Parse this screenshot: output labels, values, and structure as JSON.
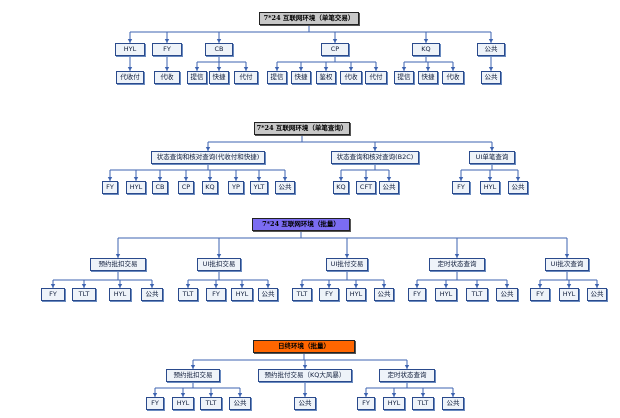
{
  "head_colors": {
    "default": "#c8c8c8",
    "purple": "#7b6cf2",
    "orange": "#ff6600"
  },
  "sections": [
    {
      "title": "7*24 互联网环境（单笔交易）",
      "groups": [
        {
          "label": "HYL",
          "items": [
            "代收付"
          ]
        },
        {
          "label": "FY",
          "items": [
            "代收"
          ]
        },
        {
          "label": "CB",
          "items": [
            "提信",
            "快捷",
            "代付"
          ]
        },
        {
          "label": "CP",
          "items": [
            "提信",
            "快捷",
            "鉴权",
            "代收",
            "代付"
          ]
        },
        {
          "label": "KQ",
          "items": [
            "提信",
            "快捷",
            "代收"
          ]
        },
        {
          "label": "公共",
          "items": [
            "公共"
          ]
        }
      ]
    },
    {
      "title": "7*24 互联网环境（单笔查询）",
      "groups": [
        {
          "label": "状态查询和核对查询(代收付和快捷)",
          "items": [
            "FY",
            "HYL",
            "CB",
            "CP",
            "KQ",
            "YP",
            "YLT",
            "公共"
          ]
        },
        {
          "label": "状态查询和核对查询(B2C)",
          "items": [
            "KQ",
            "CFT",
            "公共"
          ]
        },
        {
          "label": "UI单笔查询",
          "items": [
            "FY",
            "HYL",
            "公共"
          ]
        }
      ]
    },
    {
      "title": "7*24 互联网环境（批量）",
      "groups": [
        {
          "label": "预约批扣交易",
          "items": [
            "FY",
            "TLT",
            "HYL",
            "公共"
          ]
        },
        {
          "label": "UI批扣交易",
          "items": [
            "TLT",
            "FY",
            "HYL",
            "公共"
          ]
        },
        {
          "label": "UI批付交易",
          "items": [
            "TLT",
            "FY",
            "HYL",
            "公共"
          ]
        },
        {
          "label": "定时状态查询",
          "items": [
            "FY",
            "HYL",
            "TLT",
            "公共"
          ]
        },
        {
          "label": "UI批次查询",
          "items": [
            "FY",
            "HYL",
            "公共"
          ]
        }
      ]
    },
    {
      "title": "日终环境（批量）",
      "groups": [
        {
          "label": "预约批扣交易",
          "items": [
            "FY",
            "HYL",
            "TLT",
            "公共"
          ]
        },
        {
          "label": "预约批付交易（KQ大风暴）",
          "items": [
            "公共"
          ]
        },
        {
          "label": "定时状态查询",
          "items": [
            "FY",
            "HYL",
            "TLT",
            "公共"
          ]
        }
      ]
    }
  ]
}
